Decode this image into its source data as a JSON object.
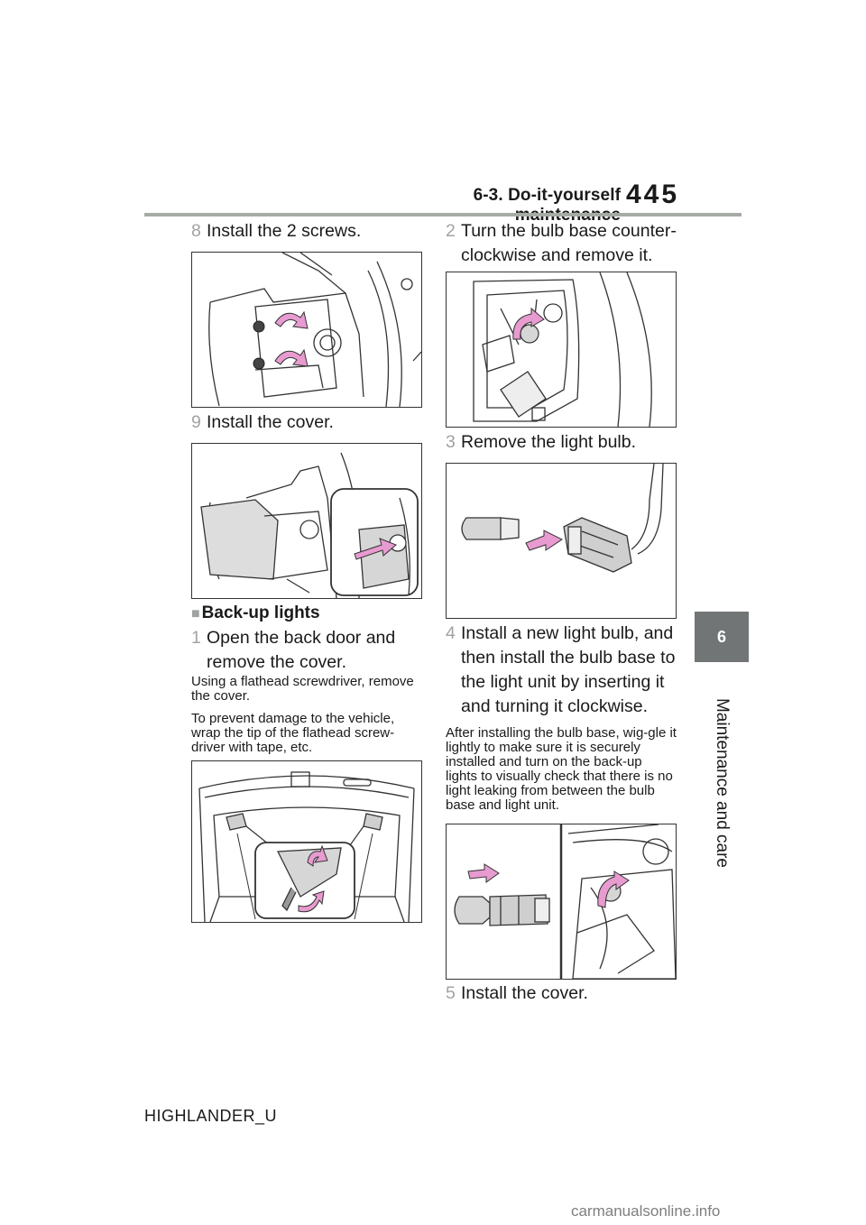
{
  "header": {
    "section_title": "6-3. Do-it-yourself maintenance",
    "page_number": "445"
  },
  "side_tab": {
    "chapter_number": "6",
    "chapter_label": "Maintenance and care"
  },
  "left_column": {
    "step8": {
      "num": "8",
      "text": "Install the 2 screws."
    },
    "step9": {
      "num": "9",
      "text": "Install the cover."
    },
    "section": {
      "marker": "■",
      "title": "Back-up lights"
    },
    "step1": {
      "num": "1",
      "text": "Open the back door and remove the cover."
    },
    "note1": "Using a flathead screwdriver, remove the cover.",
    "note2": "To prevent damage to the vehicle, wrap the tip of the flathead screw-driver with tape, etc."
  },
  "right_column": {
    "step2": {
      "num": "2",
      "text": "Turn the bulb base counter-clockwise and remove it."
    },
    "step3": {
      "num": "3",
      "text": "Remove the light bulb."
    },
    "step4": {
      "num": "4",
      "text": "Install a new light bulb, and then install the bulb base to the light unit by inserting it and turning it clockwise."
    },
    "note": "After installing the bulb base, wig-gle it lightly to make sure it is securely installed and turn on the back-up lights to visually check that there is no light leaking from between the bulb base and light unit.",
    "step5": {
      "num": "5",
      "text": "Install the cover."
    }
  },
  "footer": {
    "model": "HIGHLANDER_U"
  },
  "watermark": "carmanualsonline.info",
  "colors": {
    "accent_arrow": "#e89bd0",
    "tab_bg": "#717575",
    "rule": "#a7aba5",
    "step_number": "#a0a4a0"
  }
}
